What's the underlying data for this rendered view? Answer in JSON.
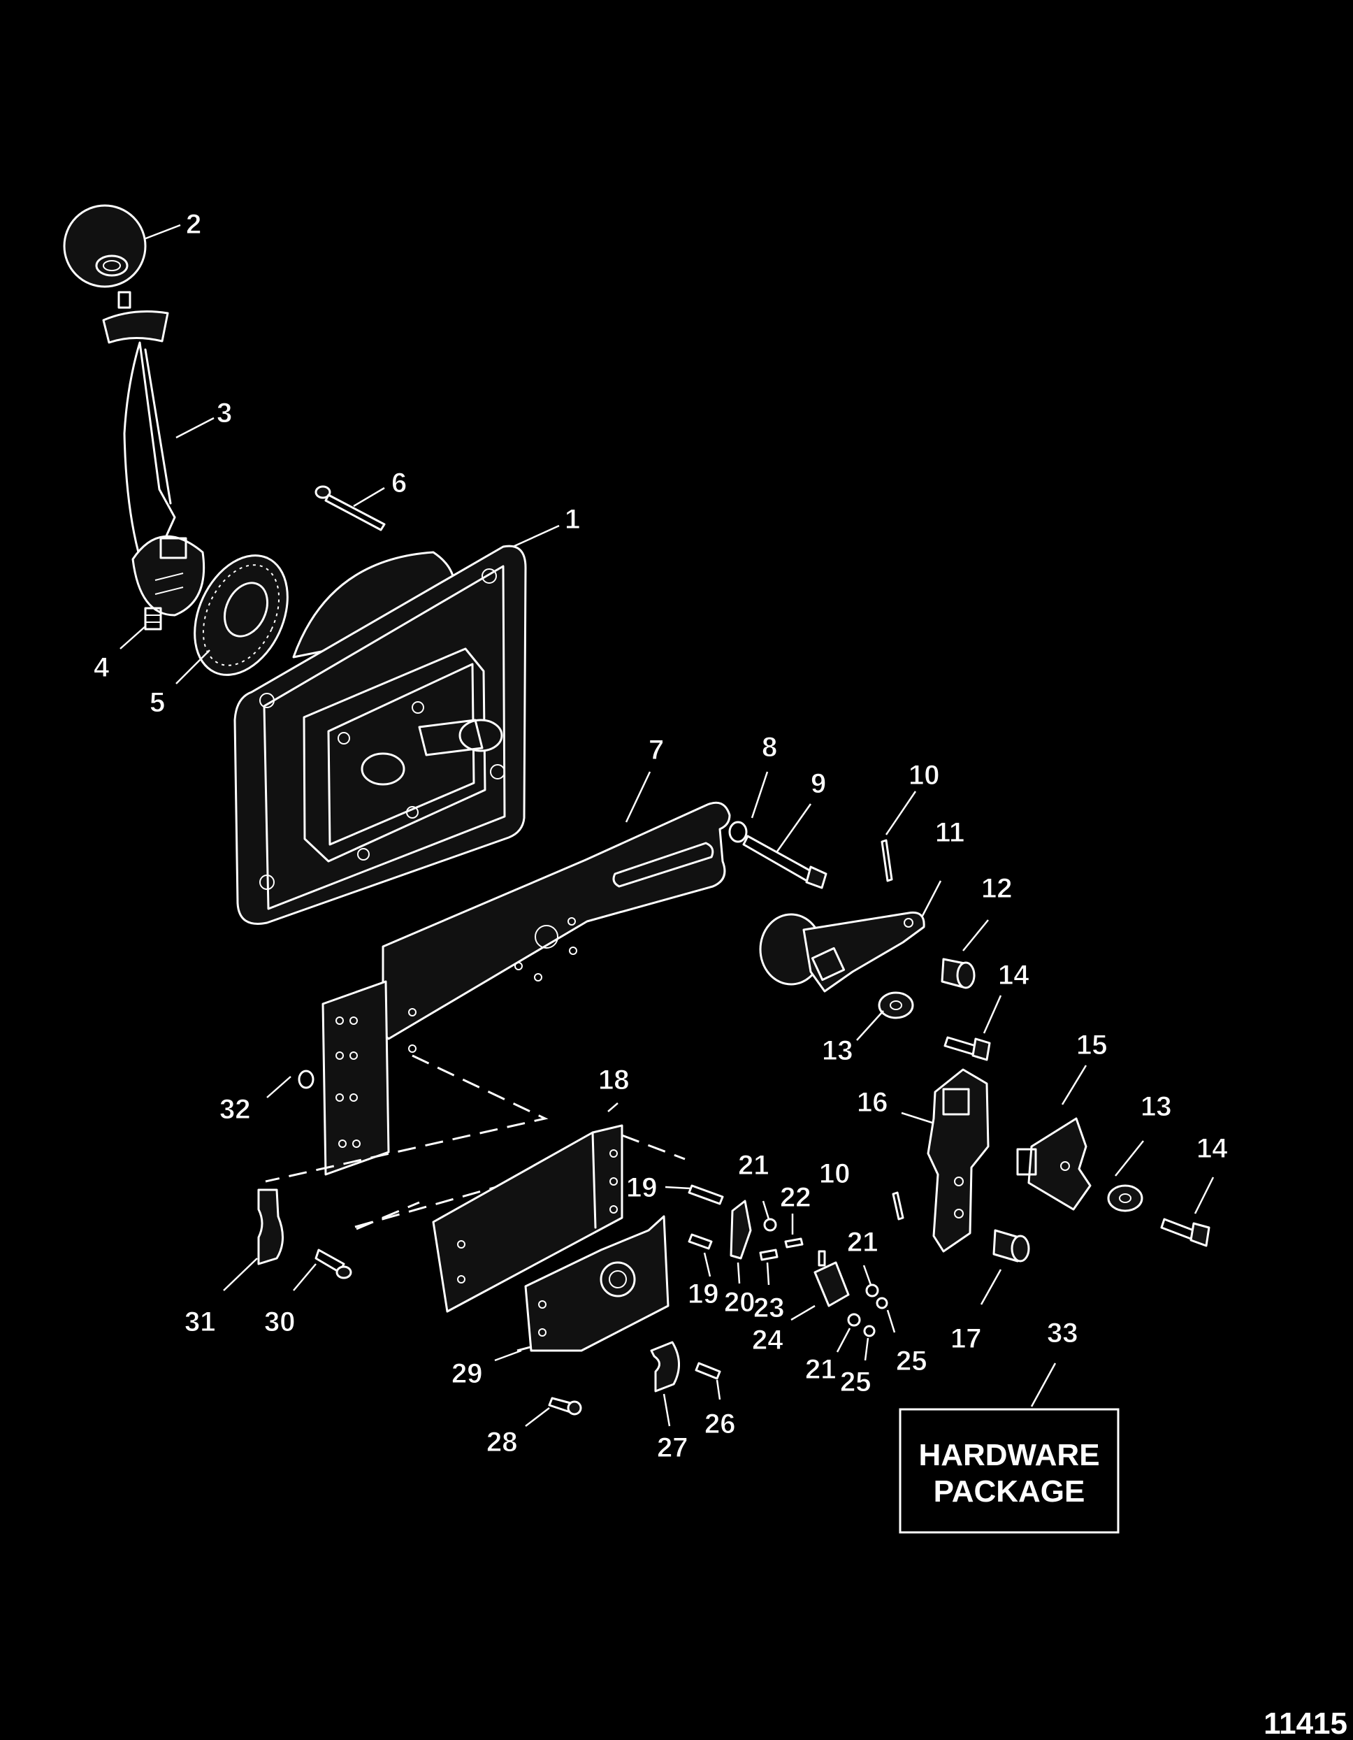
{
  "figure_number": "11415",
  "hardware_box": {
    "line1": "HARDWARE",
    "line2": "PACKAGE"
  },
  "callouts": [
    "1",
    "2",
    "3",
    "4",
    "5",
    "6",
    "7",
    "8",
    "9",
    "10",
    "11",
    "12",
    "13",
    "14",
    "15",
    "16",
    "17",
    "18",
    "19",
    "20",
    "21",
    "22",
    "23",
    "24",
    "25",
    "26",
    "27",
    "28",
    "29",
    "30",
    "31",
    "32",
    "33"
  ]
}
